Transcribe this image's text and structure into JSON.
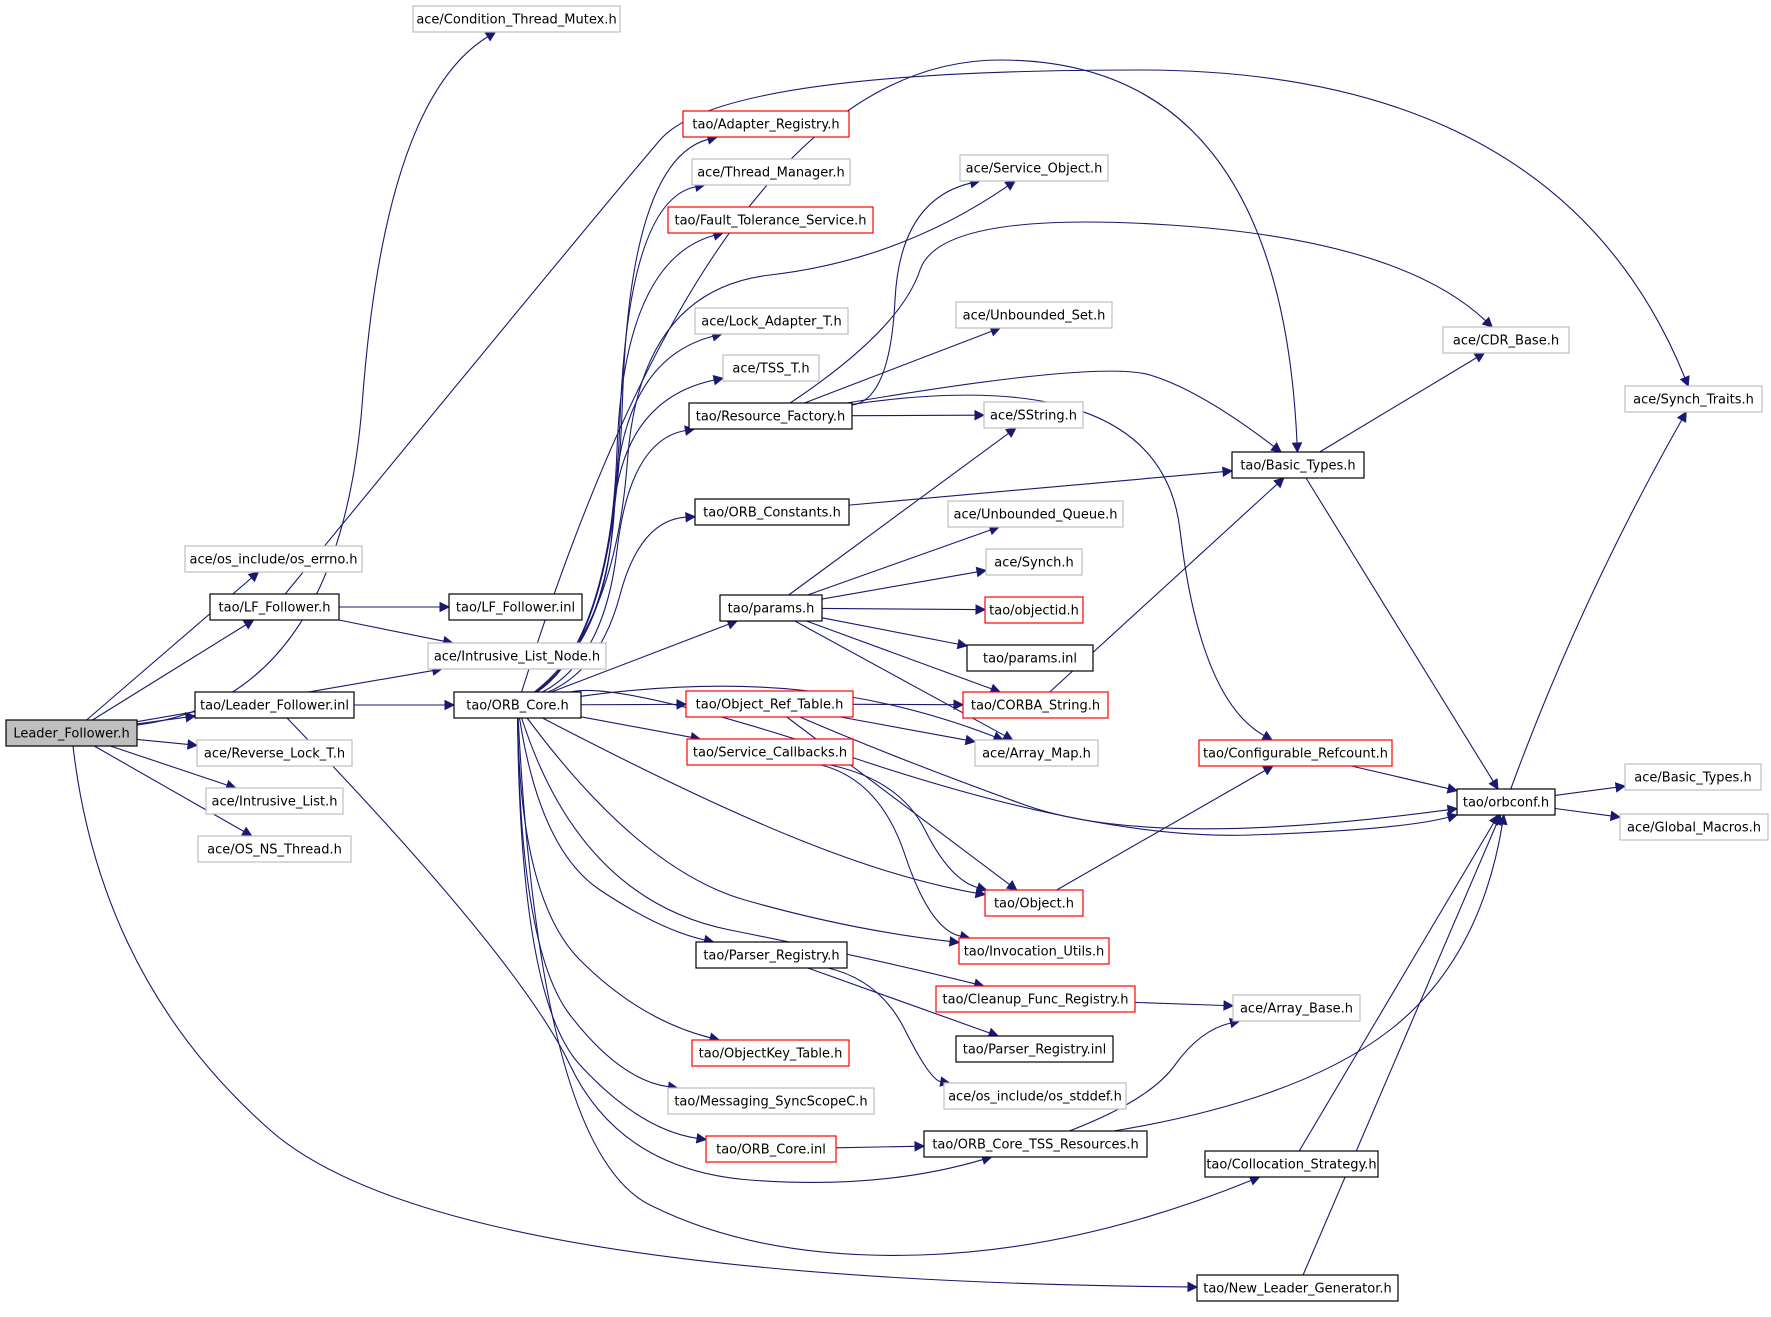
{
  "nodes": [
    {
      "id": "lf_h",
      "label": "Leader_Follower.h",
      "style": "root"
    },
    {
      "id": "cond_mutex",
      "label": "ace/Condition_Thread_Mutex.h",
      "style": "gray"
    },
    {
      "id": "os_errno",
      "label": "ace/os_include/os_errno.h",
      "style": "gray"
    },
    {
      "id": "lf_follower_h",
      "label": "tao/LF_Follower.h",
      "style": "black"
    },
    {
      "id": "lf_follower_inl",
      "label": "tao/LF_Follower.inl",
      "style": "black"
    },
    {
      "id": "intrusive_list_node",
      "label": "ace/Intrusive_List_Node.h",
      "style": "gray"
    },
    {
      "id": "leader_follower_inl",
      "label": "tao/Leader_Follower.inl",
      "style": "black"
    },
    {
      "id": "orb_core_h",
      "label": "tao/ORB_Core.h",
      "style": "black"
    },
    {
      "id": "reverse_lock",
      "label": "ace/Reverse_Lock_T.h",
      "style": "gray"
    },
    {
      "id": "intrusive_list",
      "label": "ace/Intrusive_List.h",
      "style": "gray"
    },
    {
      "id": "os_ns_thread",
      "label": "ace/OS_NS_Thread.h",
      "style": "gray"
    },
    {
      "id": "adapter_registry",
      "label": "tao/Adapter_Registry.h",
      "style": "red"
    },
    {
      "id": "thread_manager",
      "label": "ace/Thread_Manager.h",
      "style": "gray"
    },
    {
      "id": "fault_tolerance",
      "label": "tao/Fault_Tolerance_Service.h",
      "style": "red"
    },
    {
      "id": "lock_adapter",
      "label": "ace/Lock_Adapter_T.h",
      "style": "gray"
    },
    {
      "id": "tss_t",
      "label": "ace/TSS_T.h",
      "style": "gray"
    },
    {
      "id": "resource_factory",
      "label": "tao/Resource_Factory.h",
      "style": "black"
    },
    {
      "id": "orb_constants",
      "label": "tao/ORB_Constants.h",
      "style": "black"
    },
    {
      "id": "params_h",
      "label": "tao/params.h",
      "style": "black"
    },
    {
      "id": "object_ref_table",
      "label": "tao/Object_Ref_Table.h",
      "style": "red"
    },
    {
      "id": "service_callbacks",
      "label": "tao/Service_Callbacks.h",
      "style": "red"
    },
    {
      "id": "parser_registry_h",
      "label": "tao/Parser_Registry.h",
      "style": "black"
    },
    {
      "id": "objectkey_table",
      "label": "tao/ObjectKey_Table.h",
      "style": "red"
    },
    {
      "id": "messaging_syncscope",
      "label": "tao/Messaging_SyncScopeC.h",
      "style": "gray"
    },
    {
      "id": "orb_core_inl",
      "label": "tao/ORB_Core.inl",
      "style": "red"
    },
    {
      "id": "service_object",
      "label": "ace/Service_Object.h",
      "style": "gray"
    },
    {
      "id": "unbounded_set",
      "label": "ace/Unbounded_Set.h",
      "style": "gray"
    },
    {
      "id": "sstring",
      "label": "ace/SString.h",
      "style": "gray"
    },
    {
      "id": "unbounded_queue",
      "label": "ace/Unbounded_Queue.h",
      "style": "gray"
    },
    {
      "id": "synch",
      "label": "ace/Synch.h",
      "style": "gray"
    },
    {
      "id": "objectid",
      "label": "tao/objectid.h",
      "style": "red"
    },
    {
      "id": "params_inl",
      "label": "tao/params.inl",
      "style": "black"
    },
    {
      "id": "corba_string",
      "label": "tao/CORBA_String.h",
      "style": "red"
    },
    {
      "id": "array_map",
      "label": "ace/Array_Map.h",
      "style": "gray"
    },
    {
      "id": "object_h",
      "label": "tao/Object.h",
      "style": "red"
    },
    {
      "id": "invocation_utils",
      "label": "tao/Invocation_Utils.h",
      "style": "red"
    },
    {
      "id": "cleanup_func_registry",
      "label": "tao/Cleanup_Func_Registry.h",
      "style": "red"
    },
    {
      "id": "parser_registry_inl",
      "label": "tao/Parser_Registry.inl",
      "style": "black"
    },
    {
      "id": "os_stddef",
      "label": "ace/os_include/os_stddef.h",
      "style": "gray"
    },
    {
      "id": "orb_core_tss",
      "label": "tao/ORB_Core_TSS_Resources.h",
      "style": "black"
    },
    {
      "id": "basic_types_tao",
      "label": "tao/Basic_Types.h",
      "style": "black"
    },
    {
      "id": "configurable_refcount",
      "label": "tao/Configurable_Refcount.h",
      "style": "red"
    },
    {
      "id": "array_base",
      "label": "ace/Array_Base.h",
      "style": "gray"
    },
    {
      "id": "collocation_strategy",
      "label": "tao/Collocation_Strategy.h",
      "style": "black"
    },
    {
      "id": "new_leader_generator",
      "label": "tao/New_Leader_Generator.h",
      "style": "black"
    },
    {
      "id": "cdr_base",
      "label": "ace/CDR_Base.h",
      "style": "gray"
    },
    {
      "id": "orbconf",
      "label": "tao/orbconf.h",
      "style": "black"
    },
    {
      "id": "synch_traits",
      "label": "ace/Synch_Traits.h",
      "style": "gray"
    },
    {
      "id": "basic_types_ace",
      "label": "ace/Basic_Types.h",
      "style": "gray"
    },
    {
      "id": "global_macros",
      "label": "ace/Global_Macros.h",
      "style": "gray"
    }
  ],
  "edges": [
    [
      "lf_h",
      "cond_mutex"
    ],
    [
      "lf_h",
      "os_errno"
    ],
    [
      "lf_h",
      "lf_follower_h"
    ],
    [
      "lf_h",
      "intrusive_list_node"
    ],
    [
      "lf_h",
      "leader_follower_inl"
    ],
    [
      "lf_h",
      "reverse_lock"
    ],
    [
      "lf_h",
      "intrusive_list"
    ],
    [
      "lf_h",
      "os_ns_thread"
    ],
    [
      "lf_h",
      "new_leader_generator"
    ],
    [
      "lf_follower_h",
      "lf_follower_inl"
    ],
    [
      "lf_follower_h",
      "intrusive_list_node"
    ],
    [
      "lf_follower_h",
      "synch_traits"
    ],
    [
      "leader_follower_inl",
      "orb_core_h"
    ],
    [
      "leader_follower_inl",
      "orb_core_tss"
    ],
    [
      "orb_core_h",
      "adapter_registry"
    ],
    [
      "orb_core_h",
      "thread_manager"
    ],
    [
      "orb_core_h",
      "fault_tolerance"
    ],
    [
      "orb_core_h",
      "lock_adapter"
    ],
    [
      "orb_core_h",
      "tss_t"
    ],
    [
      "orb_core_h",
      "resource_factory"
    ],
    [
      "orb_core_h",
      "orb_constants"
    ],
    [
      "orb_core_h",
      "params_h"
    ],
    [
      "orb_core_h",
      "object_ref_table"
    ],
    [
      "orb_core_h",
      "service_callbacks"
    ],
    [
      "orb_core_h",
      "parser_registry_h"
    ],
    [
      "orb_core_h",
      "objectkey_table"
    ],
    [
      "orb_core_h",
      "messaging_syncscope"
    ],
    [
      "orb_core_h",
      "orb_core_inl"
    ],
    [
      "orb_core_h",
      "service_object"
    ],
    [
      "orb_core_h",
      "basic_types_tao"
    ],
    [
      "orb_core_h",
      "object_h"
    ],
    [
      "orb_core_h",
      "invocation_utils"
    ],
    [
      "orb_core_h",
      "cleanup_func_registry"
    ],
    [
      "orb_core_h",
      "array_map"
    ],
    [
      "orb_core_h",
      "collocation_strategy"
    ],
    [
      "orb_core_h",
      "orbconf"
    ],
    [
      "resource_factory",
      "service_object"
    ],
    [
      "resource_factory",
      "unbounded_set"
    ],
    [
      "resource_factory",
      "sstring"
    ],
    [
      "resource_factory",
      "cdr_base"
    ],
    [
      "resource_factory",
      "basic_types_tao"
    ],
    [
      "resource_factory",
      "configurable_refcount"
    ],
    [
      "orb_constants",
      "basic_types_tao"
    ],
    [
      "params_h",
      "sstring"
    ],
    [
      "params_h",
      "unbounded_queue"
    ],
    [
      "params_h",
      "synch"
    ],
    [
      "params_h",
      "objectid"
    ],
    [
      "params_h",
      "params_inl"
    ],
    [
      "params_h",
      "corba_string"
    ],
    [
      "params_h",
      "array_map"
    ],
    [
      "object_ref_table",
      "corba_string"
    ],
    [
      "object_ref_table",
      "array_map"
    ],
    [
      "object_ref_table",
      "object_h"
    ],
    [
      "object_ref_table",
      "orbconf"
    ],
    [
      "service_callbacks",
      "object_h"
    ],
    [
      "service_callbacks",
      "invocation_utils"
    ],
    [
      "parser_registry_h",
      "parser_registry_inl"
    ],
    [
      "parser_registry_h",
      "os_stddef"
    ],
    [
      "orb_core_inl",
      "orb_core_tss"
    ],
    [
      "orb_core_tss",
      "array_base"
    ],
    [
      "orb_core_tss",
      "orbconf"
    ],
    [
      "cleanup_func_registry",
      "array_base"
    ],
    [
      "corba_string",
      "basic_types_tao"
    ],
    [
      "object_h",
      "configurable_refcount"
    ],
    [
      "basic_types_tao",
      "cdr_base"
    ],
    [
      "basic_types_tao",
      "orbconf"
    ],
    [
      "configurable_refcount",
      "orbconf"
    ],
    [
      "collocation_strategy",
      "orbconf"
    ],
    [
      "new_leader_generator",
      "orbconf"
    ],
    [
      "orbconf",
      "synch_traits"
    ],
    [
      "orbconf",
      "basic_types_ace"
    ],
    [
      "orbconf",
      "global_macros"
    ]
  ],
  "colors": {
    "edge": "#191970",
    "root_fill": "#bfbfbf",
    "border_black": "#000000",
    "border_gray": "#bfbfbf",
    "border_red": "#ff0000"
  }
}
